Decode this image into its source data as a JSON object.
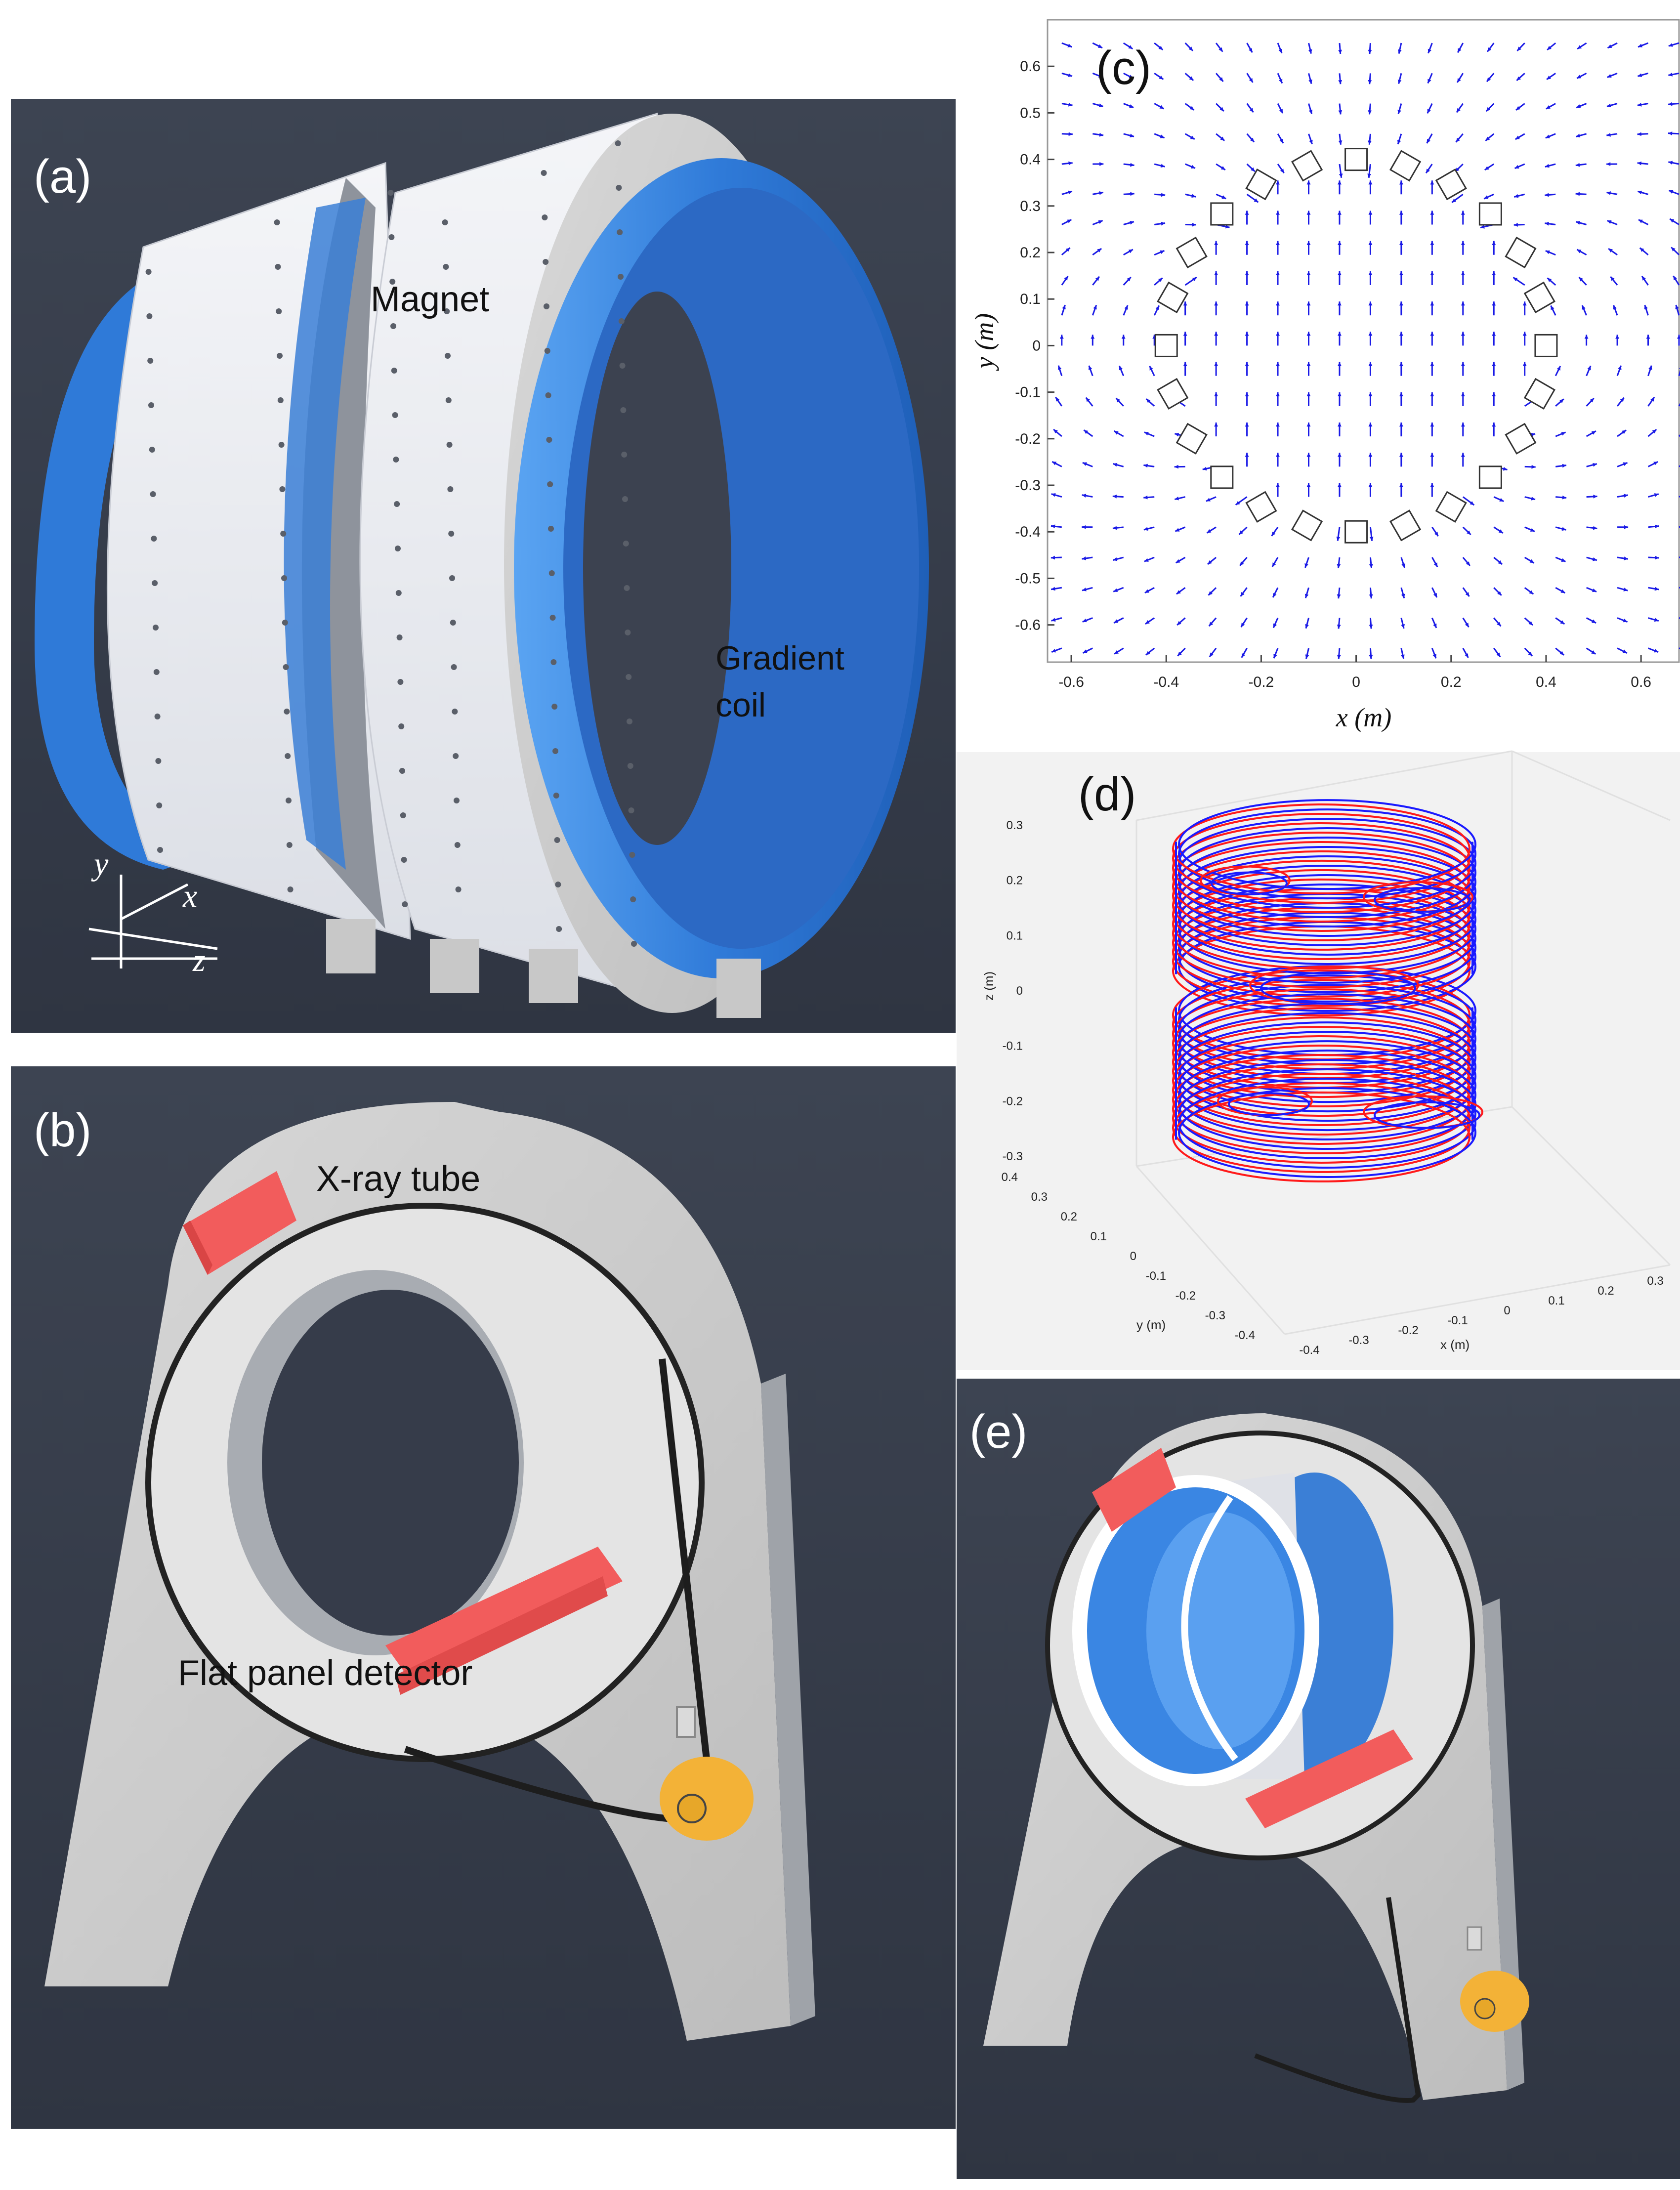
{
  "panels": {
    "a": {
      "label": "(a)",
      "magnet": "Magnet",
      "gradient_line1": "Gradient",
      "gradient_line2": "coil",
      "axis_y": "y",
      "axis_x": "x",
      "axis_z": "z"
    },
    "b": {
      "label": "(b)",
      "xray": "X-ray tube",
      "detector": "Flat panel detector"
    },
    "c": {
      "label": "(c)"
    },
    "d": {
      "label": "(d)"
    },
    "e": {
      "label": "(e)"
    }
  },
  "colors": {
    "dark_bg": "#363c4a",
    "shell": "#eceef3",
    "blue_coil": "#3a86e3",
    "red": "#f25c5c",
    "gold": "#f3b237",
    "arrow_blue": "#1a1ae6",
    "trace_red": "#ff1a1a",
    "trace_blue": "#1a1aff"
  },
  "chart_data": [
    {
      "panel": "c",
      "type": "scatter",
      "title": "",
      "xlabel": "x (m)",
      "ylabel": "y (m)",
      "xlim": [
        -0.65,
        0.68
      ],
      "ylim": [
        -0.68,
        0.7
      ],
      "xticks": [
        -0.6,
        -0.4,
        -0.2,
        0,
        0.2,
        0.4,
        0.6
      ],
      "xtick_labels": [
        "-0.6",
        "-0.4",
        "-0.2",
        "0",
        "0.2",
        "0.4",
        "0.6"
      ],
      "yticks": [
        0.6,
        0.5,
        0.4,
        0.3,
        0.2,
        0.1,
        0,
        -0.1,
        -0.2,
        -0.3,
        -0.4,
        -0.5,
        -0.6
      ],
      "ytick_labels": [
        "0.6",
        "0.5",
        "0.4",
        "0.3",
        "0.2",
        "0.1",
        "0",
        "-0.1",
        "-0.2",
        "-0.3",
        "-0.4",
        "-0.5",
        "-0.6"
      ],
      "magnet_ring_radius": 0.4,
      "magnet_count": 24,
      "field_grid_step": 0.065,
      "field": "dipole ring; uniform +y inside the ring"
    },
    {
      "panel": "d",
      "type": "line",
      "title": "",
      "xlabel": "x (m)",
      "ylabel": "y (m)",
      "zlabel": "z (m)",
      "ztick_labels": [
        "0.3",
        "0.2",
        "0.1",
        "0",
        "-0.1",
        "-0.2",
        "-0.3"
      ],
      "ytick_labels": [
        "0.4",
        "0.3",
        "0.2",
        "0.1",
        "0",
        "-0.1",
        "-0.2",
        "-0.3",
        "-0.4"
      ],
      "xtick_labels": [
        "-0.4",
        "-0.3",
        "-0.2",
        "-0.1",
        "0",
        "0.1",
        "0.2",
        "0.3"
      ],
      "zlim": [
        -0.3,
        0.3
      ],
      "series": [
        {
          "color": "red"
        },
        {
          "color": "blue"
        }
      ]
    }
  ]
}
